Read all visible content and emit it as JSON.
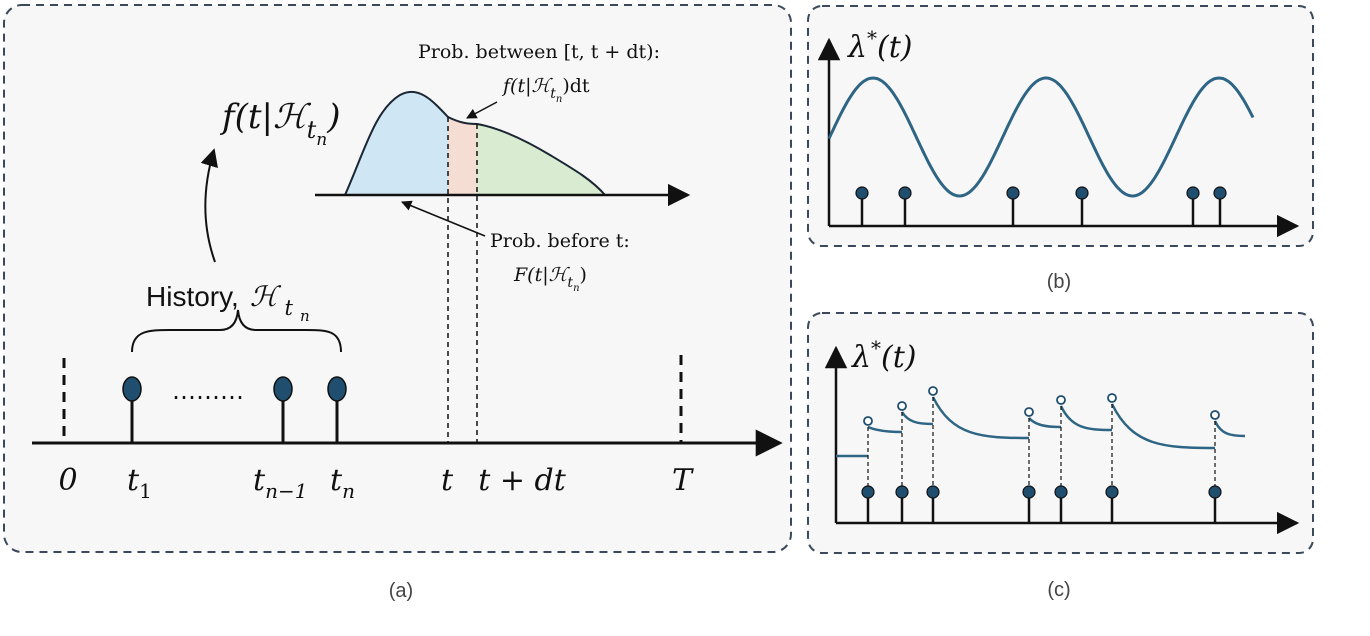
{
  "panel_a": {
    "caption": "(a)",
    "density_label": {
      "f": "f",
      "rest": "(t|ℋ",
      "sub": "t",
      "subsub": "n",
      "close": ")"
    },
    "history_label": {
      "word": "History,",
      "H": "ℋ",
      "sub": "t",
      "subsub": "n"
    },
    "dots": "⋯⋯⋯",
    "prob_between": {
      "line1": "Prob. between [t, t + dt):",
      "line2_f": "f(t|ℋ",
      "line2_sub": "t",
      "line2_subsub": "n",
      "line2_end": ")dt"
    },
    "prob_before": {
      "line1": "Prob. before t:",
      "line2_f": "F(t|ℋ",
      "line2_sub": "t",
      "line2_subsub": "n",
      "line2_end": ")"
    },
    "axis_labels": {
      "zero": "0",
      "t1": "t",
      "t1_sub": "1",
      "tn1": "t",
      "tn1_sub": "n−1",
      "tn": "t",
      "tn_sub": "n",
      "t": "t",
      "tdt": "t + dt",
      "T": "T"
    }
  },
  "panel_b": {
    "caption": "(b)",
    "ylabel": {
      "lam": "λ",
      "star": "*",
      "arg": "(t)"
    }
  },
  "panel_c": {
    "caption": "(c)",
    "ylabel": {
      "lam": "λ",
      "star": "*",
      "arg": "(t)"
    }
  },
  "colors": {
    "border": "#3a4a5c",
    "event": "#1f4e6e",
    "curve": "#2e6585",
    "blue_fill": "#cfe6f5",
    "peach_fill": "#f6ddd3",
    "green_fill": "#d9ecd1",
    "panel_bg": "#f7f7f7"
  }
}
